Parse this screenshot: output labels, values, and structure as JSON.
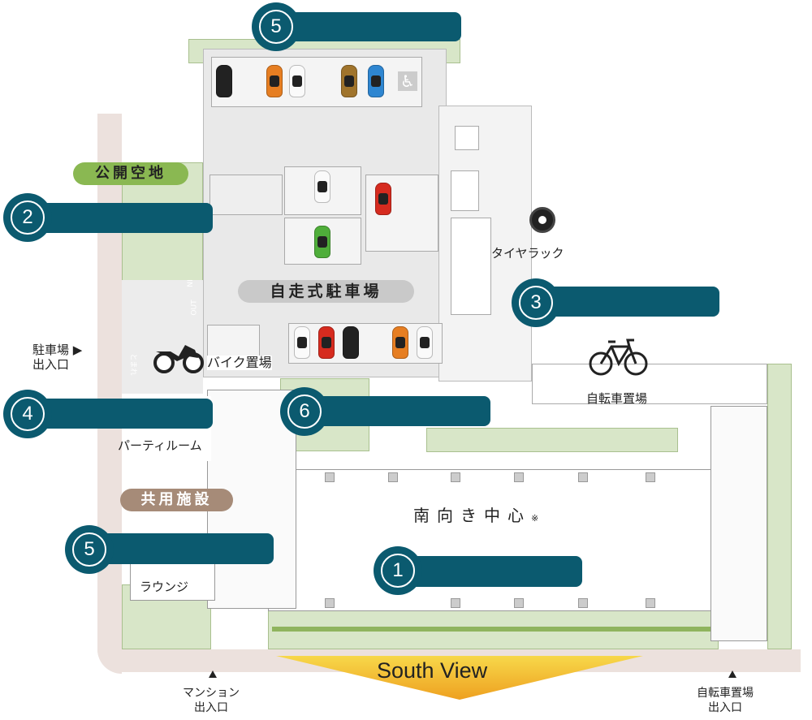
{
  "labels": {
    "public_space": "公開空地",
    "self_parking": "自走式駐車場",
    "shared_facilities": "共用施設",
    "tire_rack": "タイヤラック",
    "bicycle_parking": "自転車置場",
    "bike_parking": "バイク置場",
    "parking_entrance_line1": "駐車場 ▶",
    "parking_entrance_line2": "出入口",
    "party_room": "パーティルーム",
    "lounge": "ラウンジ",
    "south_facing": "南向き中心",
    "south_facing_mark": "※",
    "south_view": "South View",
    "mansion_entrance_line1": "マンション",
    "mansion_entrance_line2": "出入口",
    "bicycle_entrance_line1": "自転車置場",
    "bicycle_entrance_line2": "出入口",
    "ramp_in": "IN",
    "ramp_out": "OUT",
    "stop": "とまれ"
  },
  "badges": [
    {
      "id": "5-top",
      "number": "5"
    },
    {
      "id": "2",
      "number": "2"
    },
    {
      "id": "3",
      "number": "3"
    },
    {
      "id": "4",
      "number": "4"
    },
    {
      "id": "6",
      "number": "6"
    },
    {
      "id": "5-bottom",
      "number": "5"
    },
    {
      "id": "1",
      "number": "1"
    }
  ],
  "icons": {
    "tire": "tire-icon",
    "bicycle": "bicycle-icon",
    "motorcycle": "motorcycle-icon",
    "accessible": "wheelchair-icon"
  },
  "colors": {
    "badge": "#0b5a6f",
    "public_space_pill": "#8ab852",
    "parking_pill": "#c9c9c9",
    "facilities_pill": "#a68b78",
    "south_view_arrow": "#f2c12e",
    "road": "#ece1dd",
    "greenery": "#d8e6c8"
  }
}
